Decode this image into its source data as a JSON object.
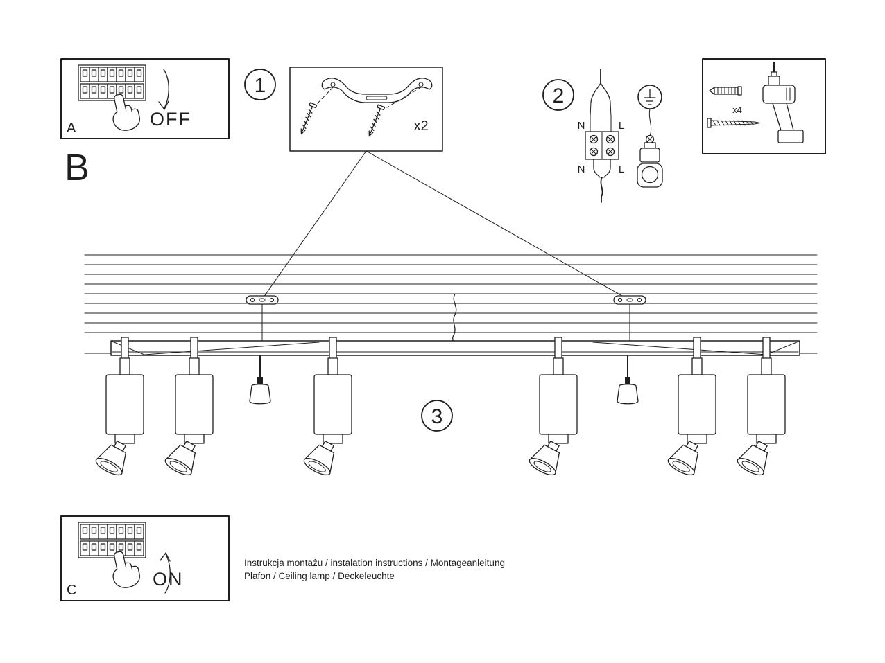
{
  "colors": {
    "ink": "#1f1f1f",
    "paper": "#ffffff"
  },
  "sections": {
    "a_letter": "A",
    "b_letter": "B",
    "c_letter": "C"
  },
  "switch": {
    "off": "OFF",
    "on": "ON"
  },
  "steps": {
    "one": "1",
    "two": "2",
    "three": "3"
  },
  "quantities": {
    "brackets": "x2",
    "screws": "x4"
  },
  "wiring": {
    "n_top": "N",
    "l_top": "L",
    "n_bottom": "N",
    "l_bottom": "L"
  },
  "footer": {
    "line1": "Instrukcja montażu / instalation instructions / Montageanleitung",
    "line2": "Plafon / Ceiling lamp / Deckeleuchte"
  }
}
